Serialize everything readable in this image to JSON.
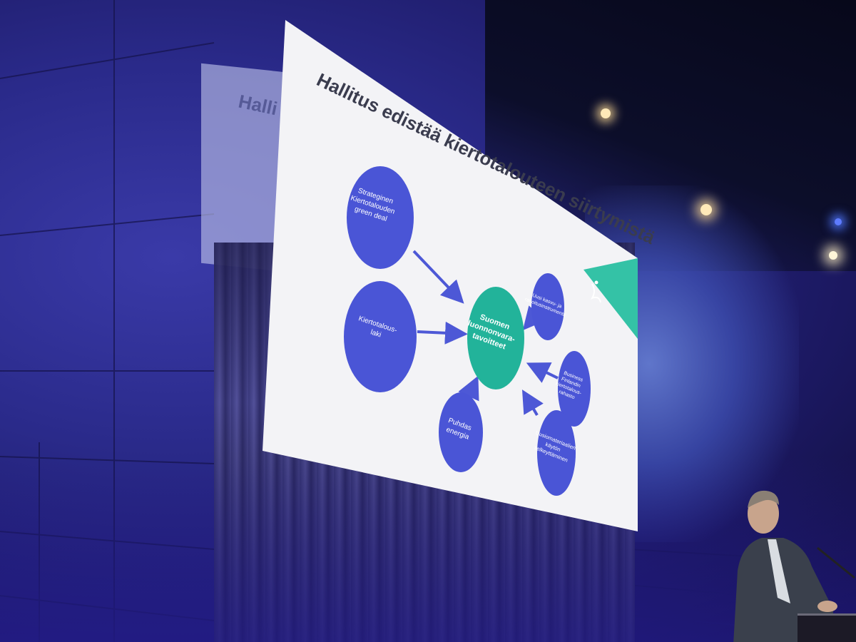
{
  "slide": {
    "title": "Hallitus edistää kiertotalouteen siirtymistä",
    "center": {
      "lines": [
        "Suomen",
        "luonnonvara-",
        "tavoitteet"
      ]
    },
    "nodes": [
      {
        "id": "green-deal",
        "lines": [
          "Strateginen",
          "Kiertotalouden",
          "green deal"
        ]
      },
      {
        "id": "law",
        "lines": [
          "Kiertotalous-",
          "laki"
        ]
      },
      {
        "id": "energy",
        "lines": [
          "Puhdas",
          "energia"
        ]
      },
      {
        "id": "funding",
        "lines": [
          "Uusi kasvu- ja",
          "rahoitusinstrumentti"
        ]
      },
      {
        "id": "business-finland",
        "lines": [
          "Business",
          "Finlandin",
          "kiertotalous-",
          "rahasto"
        ]
      },
      {
        "id": "materials",
        "lines": [
          "Uusiomateriaalien",
          "käytön",
          "selkeyttäminen"
        ]
      }
    ]
  },
  "background": {
    "sign_text": "Halli"
  },
  "colors": {
    "node": "#4a55d6",
    "center": "#22b39a",
    "arrow": "#4d58d6",
    "slide_bg": "#f3f3f6",
    "accent_corner": "#34c2a6",
    "wall": "#2a2a8a"
  }
}
